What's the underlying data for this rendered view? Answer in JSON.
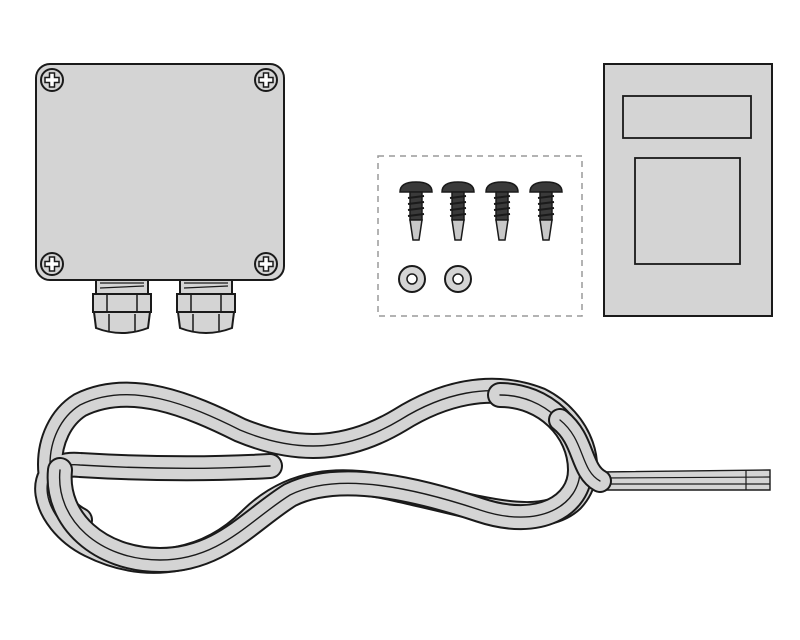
{
  "colors": {
    "background": "#ffffff",
    "part_fill": "#d4d4d4",
    "outline": "#1a1a1a",
    "dashed_box": "#9a9a9a",
    "wire_end": "#c8c8c8"
  },
  "parts": {
    "junction_box": {
      "icon": "junction-box-icon",
      "corner_screws": 4,
      "cable_glands": 2
    },
    "hardware_kit": {
      "icon": "hardware-kit-icon",
      "screws": 4,
      "washers": 2
    },
    "label_card": {
      "icon": "label-card-icon"
    },
    "heating_cable": {
      "icon": "heating-cable-icon",
      "lead_wires_per_end": 3
    }
  }
}
